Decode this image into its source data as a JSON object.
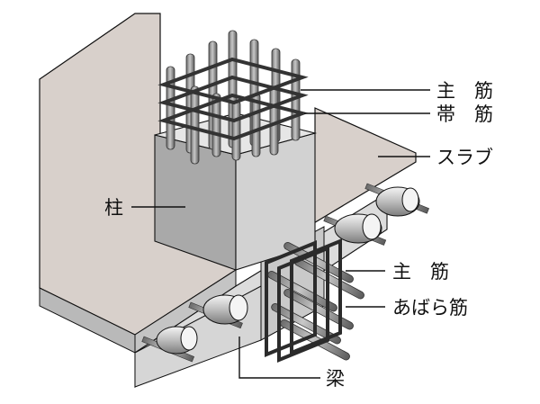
{
  "labels": {
    "main_rebar_column": "主　筋",
    "hoop": "帯　筋",
    "slab": "スラブ",
    "column": "柱",
    "main_rebar_beam": "主　筋",
    "stirrup": "あばら筋",
    "beam": "梁"
  },
  "colors": {
    "slab_top": "#d8d0cb",
    "slab_edge": "#b9b9b9",
    "column_front": "#a9a9a9",
    "column_side": "#d2d2d2",
    "column_top": "#e6e6e6",
    "beam_side": "#dcdcdc",
    "beam_dark": "#9a9a9a",
    "rebar": "#555555",
    "hoop": "#333333",
    "outline": "#111111"
  }
}
